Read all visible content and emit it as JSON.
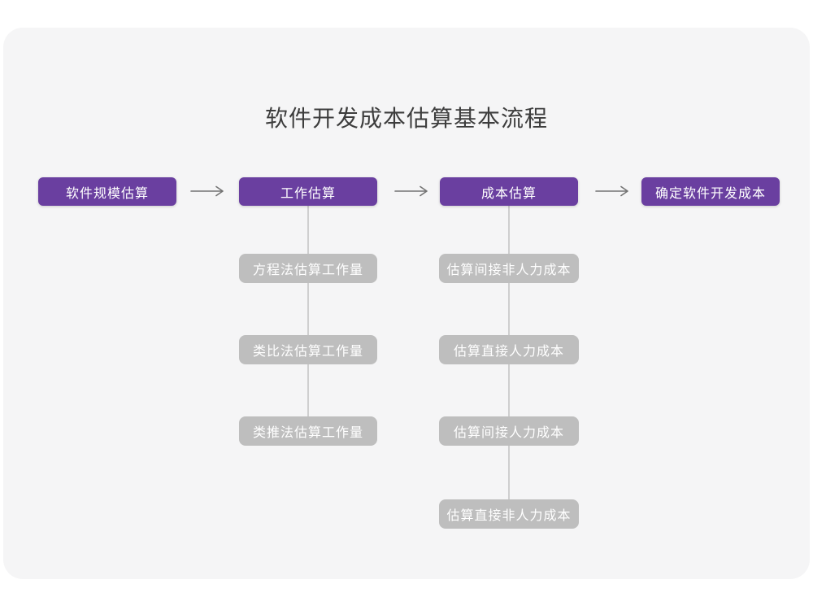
{
  "title": "软件开发成本估算基本流程",
  "flow": {
    "stages": [
      {
        "label": "软件规模估算"
      },
      {
        "label": "工作估算"
      },
      {
        "label": "成本估算"
      },
      {
        "label": "确定软件开发成本"
      }
    ],
    "work_estimation_methods": [
      "方程法估算工作量",
      "类比法估算工作量",
      "类推法估算工作量"
    ],
    "cost_estimation_steps": [
      "估算间接非人力成本",
      "估算直接人力成本",
      "估算间接人力成本",
      "估算直接非人力成本"
    ]
  },
  "colors": {
    "stage_box": "#6a3fa0",
    "sub_box": "#bebebe",
    "card_background": "#f5f5f6",
    "connector_line": "#cfcfcf",
    "arrow": "#737373",
    "title_text": "#3d3d3d"
  }
}
